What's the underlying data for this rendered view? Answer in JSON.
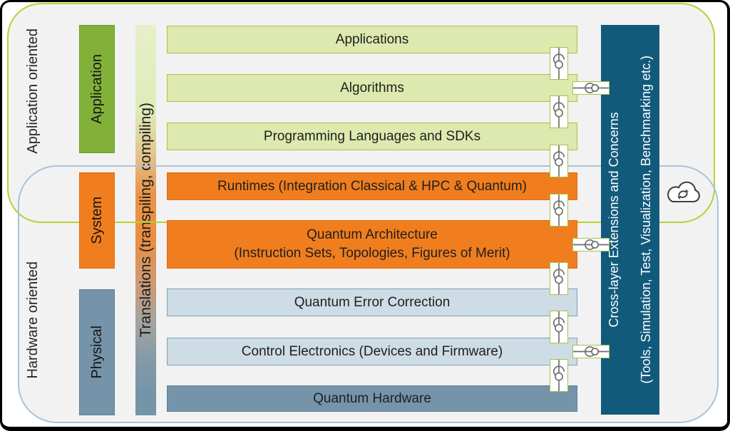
{
  "side_labels": {
    "top": "Application oriented",
    "bottom": "Hardware oriented"
  },
  "categories": [
    {
      "label": "Application"
    },
    {
      "label": "System"
    },
    {
      "label": "Physical"
    }
  ],
  "translations_bar": {
    "label": "Translations (transpiling, compiling)"
  },
  "layers": [
    {
      "label": "Applications"
    },
    {
      "label": "Algorithms"
    },
    {
      "label": "Programming Languages and SDKs"
    },
    {
      "label": "Runtimes (Integration Classical & HPC & Quantum)"
    },
    {
      "label": "Quantum Architecture",
      "sublabel": "(Instruction Sets, Topologies, Figures of Merit)"
    },
    {
      "label": "Quantum Error Correction"
    },
    {
      "label": "Control Electronics (Devices and Firmware)"
    },
    {
      "label": "Quantum Hardware"
    }
  ],
  "cross_layer": {
    "line1": "Cross-layer Extensions and Concerns",
    "line2": "(Tools, Simulation, Test, Visualization, Benchmarking etc.)"
  },
  "icons": {
    "cloud": "cloud-sync-icon",
    "connector": "ball-and-socket-connector-icon"
  },
  "palette": {
    "group_fill": "#f2f2f2",
    "app_group_border": "#b5d233",
    "hw_group_border": "#a9c3db",
    "light_green_fill": "#dde9ae",
    "light_green_border": "#a6c146",
    "green_box": "#82b13a",
    "orange": "#f07e1e",
    "steel_light": "#cedce5",
    "steel_dark": "#7594a9",
    "cross_layer_blue": "#115a7c",
    "frame_black": "#000000"
  }
}
